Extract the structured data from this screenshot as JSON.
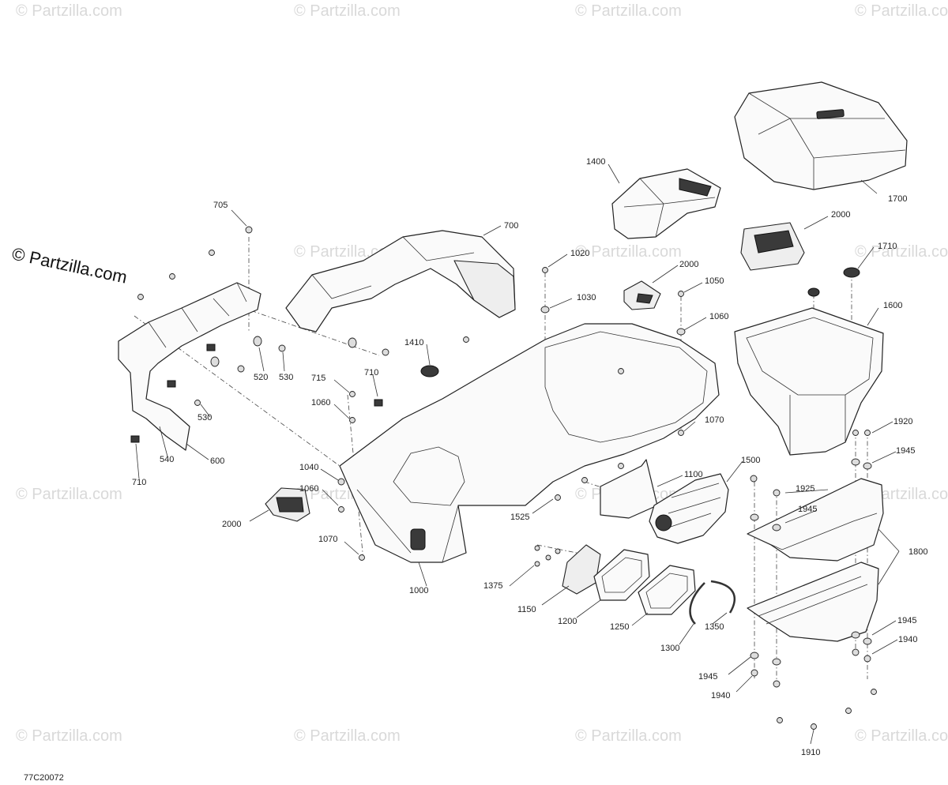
{
  "brand": "© Partzilla.com",
  "watermark_text": "© Partzilla.com",
  "diagram_code": "77C20072",
  "callouts": [
    "705",
    "700",
    "710",
    "520",
    "530",
    "530",
    "540",
    "600",
    "710",
    "715",
    "1060",
    "1410",
    "1020",
    "1030",
    "2000",
    "1050",
    "1060",
    "1070",
    "1400",
    "1700",
    "2000",
    "1710",
    "1600",
    "1040",
    "1060",
    "2000",
    "1070",
    "1000",
    "1100",
    "1500",
    "1525",
    "1920",
    "1945",
    "1925",
    "1945",
    "1800",
    "1375",
    "1150",
    "1200",
    "1250",
    "1300",
    "1350",
    "1945",
    "1940",
    "1945",
    "1940",
    "1910"
  ]
}
